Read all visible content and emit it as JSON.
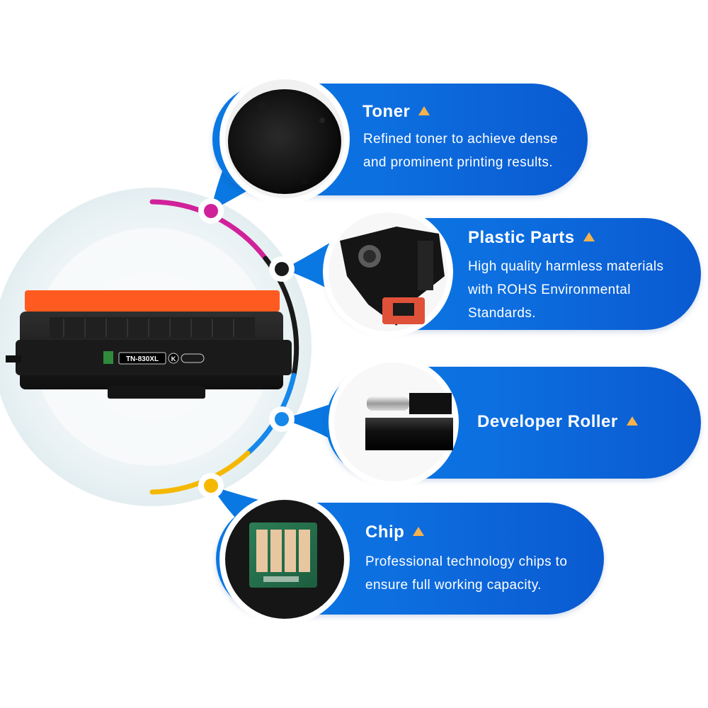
{
  "product": {
    "model_label": "TN-830XL",
    "color_badge": "K"
  },
  "features": [
    {
      "title": "Toner",
      "description_lines": [
        "Refined toner to achieve dense",
        "and prominent printing results."
      ],
      "icon": "toner-powder-photo",
      "dot_color": "#d0219a"
    },
    {
      "title": "Plastic Parts",
      "description_lines": [
        "High quality harmless materials",
        "with ROHS Environmental",
        "Standards."
      ],
      "icon": "plastic-parts-photo",
      "dot_color": "#1a1a1a"
    },
    {
      "title": "Developer Roller",
      "description_lines": [],
      "icon": "developer-roller-photo",
      "dot_color": "#1588ea"
    },
    {
      "title": "Chip",
      "description_lines": [
        "Professional technology chips to",
        "ensure full working capacity."
      ],
      "icon": "chip-photo",
      "dot_color": "#f5b800"
    }
  ],
  "colors": {
    "card_blue": "#0a6fe0",
    "triangle": "#f6b24a",
    "arc_magenta": "#d0219a",
    "arc_black": "#1a1a1a",
    "arc_blue": "#1588ea",
    "arc_yellow": "#f5b800",
    "cartridge_orange": "#ff5a1f"
  }
}
